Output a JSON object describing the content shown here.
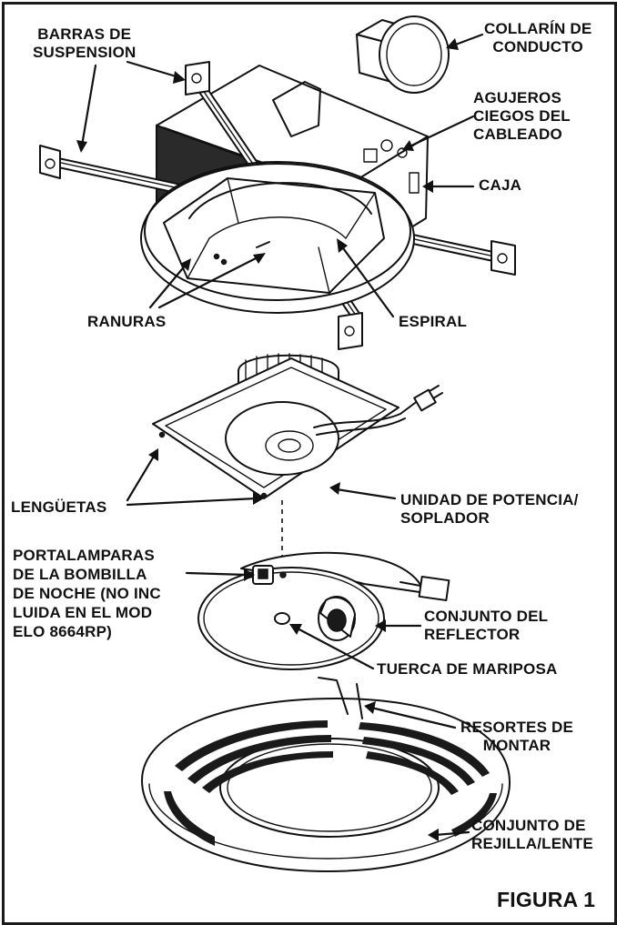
{
  "labels": {
    "barras": [
      "BARRAS DE",
      "SUSPENSION"
    ],
    "collarin": [
      "COLLARÍN DE",
      "CONDUCTO"
    ],
    "agujeros": [
      "AGUJEROS",
      "CIEGOS DEL",
      "CABLEADO"
    ],
    "caja": "CAJA",
    "ranuras": "RANURAS",
    "espiral": "ESPIRAL",
    "lenguetas": "LENGÜETAS",
    "unidad": [
      "UNIDAD DE POTENCIA/",
      "SOPLADOR"
    ],
    "portalamparas": [
      "PORTALAMPARAS",
      "DE LA BOMBILLA",
      "DE NOCHE (NO INC",
      "LUIDA EN EL MOD",
      "ELO 8664RP)"
    ],
    "reflector": [
      "CONJUNTO DEL",
      "REFLECTOR"
    ],
    "tuerca": "TUERCA DE MARIPOSA",
    "resortes": [
      "RESORTES DE",
      "MONTAR"
    ],
    "rejilla": [
      "CONJUNTO DE",
      "REJILLA/LENTE"
    ],
    "figura": "FIGURA 1"
  },
  "colors": {
    "ink": "#111111",
    "background": "#ffffff"
  }
}
